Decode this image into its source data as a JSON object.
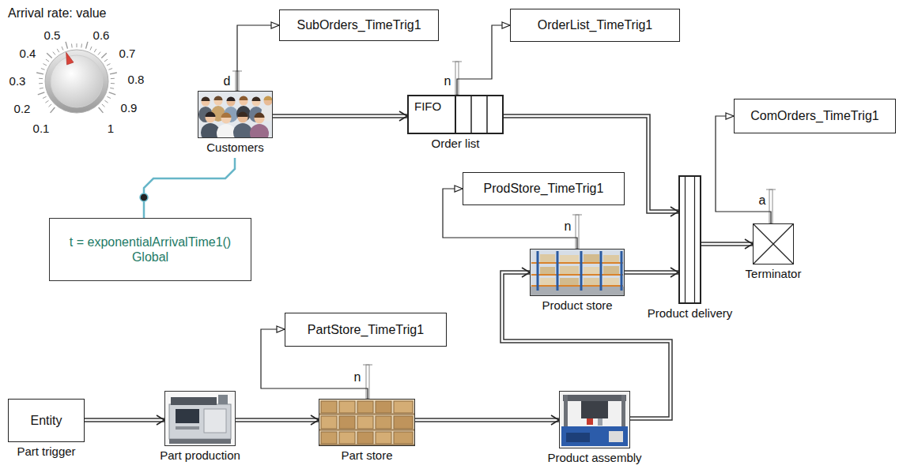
{
  "diagram": {
    "nodes": [
      {
        "text": [
          "Customers"
        ]
      },
      {
        "text": [
          "SubOrders_TimeTrig1"
        ]
      },
      {
        "text": [
          "FIFO",
          "Order list"
        ]
      },
      {
        "text": [
          "OrderList_TimeTrig1"
        ]
      },
      {
        "text": [
          "t = exponentialArrivalTime1()",
          "Global"
        ]
      },
      {
        "text": [
          "ComOrders_TimeTrig1"
        ]
      },
      {
        "text": [
          "ProdStore_TimeTrig1"
        ]
      },
      {
        "text": [
          "Product store"
        ]
      },
      {
        "text": [
          "Product delivery"
        ]
      },
      {
        "text": [
          "Terminator"
        ]
      },
      {
        "text": [
          "PartStore_TimeTrig1"
        ]
      },
      {
        "text": [
          "Entity",
          "Part trigger"
        ]
      },
      {
        "text": [
          "Part production"
        ]
      },
      {
        "text": [
          "Part store"
        ]
      },
      {
        "text": [
          "Product assembly"
        ]
      }
    ],
    "edges": [
      {
        "from": 0,
        "to": 1,
        "arrow": "to"
      },
      {
        "from": 0,
        "to": 2,
        "arrow": "to"
      },
      {
        "from": 2,
        "to": 3,
        "arrow": "to"
      },
      {
        "from": 2,
        "to": 8,
        "arrow": "to"
      },
      {
        "from": 4,
        "to": 0,
        "arrow": "none"
      },
      {
        "from": 7,
        "to": 6,
        "arrow": "to"
      },
      {
        "from": 7,
        "to": 8,
        "arrow": "to"
      },
      {
        "from": 8,
        "to": 9,
        "arrow": "to"
      },
      {
        "from": 9,
        "to": 5,
        "arrow": "to"
      },
      {
        "from": 11,
        "to": 12,
        "arrow": "to"
      },
      {
        "from": 12,
        "to": 13,
        "arrow": "to"
      },
      {
        "from": 13,
        "to": 10,
        "arrow": "to"
      },
      {
        "from": 13,
        "to": 14,
        "arrow": "to"
      },
      {
        "from": 14,
        "to": 7,
        "arrow": "to"
      }
    ],
    "labels": [
      "Arrival rate: value",
      "0.1",
      "0.2",
      "0.3",
      "0.4",
      "0.5",
      "0.6",
      "0.7",
      "0.8",
      "0.9",
      "1",
      "d",
      "n",
      "n",
      "a",
      "n"
    ]
  }
}
